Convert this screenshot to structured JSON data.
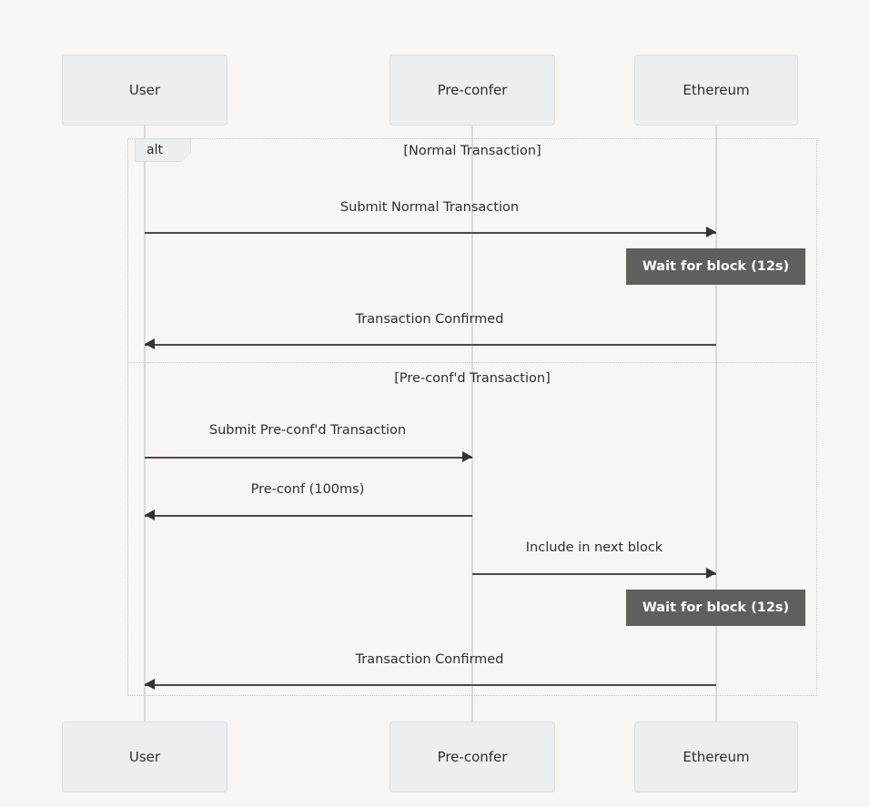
{
  "diagram": {
    "type": "sequence-diagram",
    "background_color": "#f8f6f2",
    "participant_fill": "#eceef0",
    "note_fill": "#5f5f5f",
    "note_text_color": "#ffffff",
    "arrow_color": "#4a4a4a"
  },
  "participants": [
    {
      "id": "user",
      "label": "User"
    },
    {
      "id": "preconfer",
      "label": "Pre-confer"
    },
    {
      "id": "ethereum",
      "label": "Ethereum"
    }
  ],
  "participants_bottom": [
    {
      "id": "user",
      "label": "User"
    },
    {
      "id": "preconfer",
      "label": "Pre-confer"
    },
    {
      "id": "ethereum",
      "label": "Ethereum"
    }
  ],
  "alt_block": {
    "tag": "alt",
    "conditions": [
      {
        "label": "[Normal Transaction]"
      },
      {
        "label": "[Pre-conf'd Transaction]"
      }
    ]
  },
  "messages": [
    {
      "id": "m1",
      "label": "Submit Normal Transaction",
      "from": "user",
      "to": "ethereum",
      "direction": "right"
    },
    {
      "id": "m2",
      "label": "Transaction Confirmed",
      "from": "ethereum",
      "to": "user",
      "direction": "left"
    },
    {
      "id": "m3",
      "label": "Submit Pre-conf'd Transaction",
      "from": "user",
      "to": "preconfer",
      "direction": "right"
    },
    {
      "id": "m4",
      "label": "Pre-conf (100ms)",
      "from": "preconfer",
      "to": "user",
      "direction": "left"
    },
    {
      "id": "m5",
      "label": "Include in next block",
      "from": "preconfer",
      "to": "ethereum",
      "direction": "right"
    },
    {
      "id": "m6",
      "label": "Transaction Confirmed",
      "from": "ethereum",
      "to": "user",
      "direction": "left"
    }
  ],
  "notes": [
    {
      "id": "n1",
      "label": "Wait for block (12s)",
      "over": "ethereum"
    },
    {
      "id": "n2",
      "label": "Wait for block (12s)",
      "over": "ethereum"
    }
  ]
}
